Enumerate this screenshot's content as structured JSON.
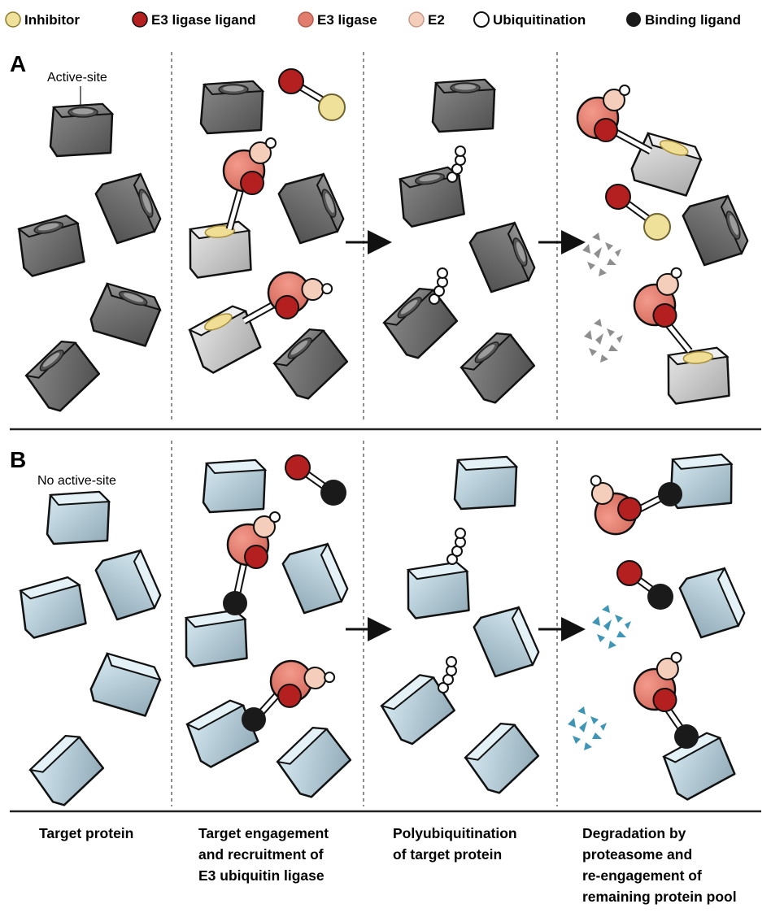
{
  "legend": [
    {
      "label": "Inhibitor",
      "color": "#efe09a"
    },
    {
      "label": "E3 ligase ligand",
      "color": "#b41f1f"
    },
    {
      "label": "E3 ligase",
      "color": "#e07d6f"
    },
    {
      "label": "E2",
      "color": "#f4cdbb"
    },
    {
      "label": "Ubiquitination",
      "color": "#ffffff"
    },
    {
      "label": "Binding ligand",
      "color": "#1a1a1a"
    }
  ],
  "panels": [
    {
      "letter": "A",
      "note": "Active-site"
    },
    {
      "letter": "B",
      "note": "No active-site"
    }
  ],
  "captions": [
    [
      "Target protein"
    ],
    [
      "Target engagement",
      "and recruitment of",
      "E3 ubiquitin ligase"
    ],
    [
      "Polyubiquitination",
      "of target protein"
    ],
    [
      "Degradation by",
      "proteasome and",
      "re-engagement of",
      "remaining protein pool"
    ]
  ],
  "colors": {
    "protein_dark": "#6b6b6b",
    "protein_engaged": "#c9c9c9",
    "protein_light": "#c2dbe6",
    "e3_ligase": "#e07d6f",
    "e3_ligand": "#b41f1f",
    "e2": "#f4cdbb",
    "inhibitor": "#efe09a",
    "binding_ligand": "#1a1a1a",
    "fragments_a": "#8f8f8f",
    "fragments_b": "#3f95b5"
  }
}
